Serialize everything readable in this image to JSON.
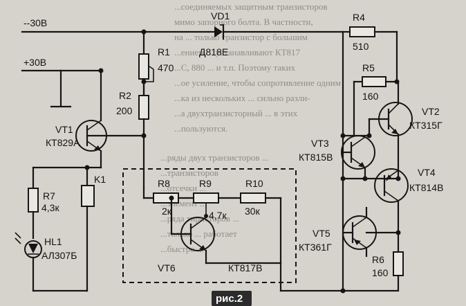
{
  "figure_caption": "рис.2",
  "rails": {
    "minus_label": "--30В",
    "plus_label": "+30В"
  },
  "components": {
    "VD1": {
      "ref": "VD1",
      "value": "Д818Е"
    },
    "R1": {
      "ref": "R1",
      "value": "470"
    },
    "R2": {
      "ref": "R2",
      "value": "200"
    },
    "R4": {
      "ref": "R4",
      "value": "510"
    },
    "R5": {
      "ref": "R5",
      "value": "160"
    },
    "R6": {
      "ref": "R6",
      "value": "160"
    },
    "R7": {
      "ref": "R7",
      "value": "4,3к"
    },
    "R8": {
      "ref": "R8",
      "value": "2к"
    },
    "R9": {
      "ref": "R9",
      "value": "4,7к"
    },
    "R10": {
      "ref": "R10",
      "value": "30к"
    },
    "VT1": {
      "ref": "VT1",
      "value": "КТ829А"
    },
    "VT2": {
      "ref": "VT2",
      "value": "КТ315Г"
    },
    "VT3": {
      "ref": "VT3",
      "value": "КТ815В"
    },
    "VT4": {
      "ref": "VT4",
      "value": "КТ814В"
    },
    "VT5": {
      "ref": "VT5",
      "value": "КТ361Г"
    },
    "VT6": {
      "ref": "VT6",
      "value": "КТ817В"
    },
    "K1": {
      "ref": "K1"
    },
    "HL1": {
      "ref": "HL1",
      "value": "АЛ307Б"
    }
  },
  "background_text": [
    "...соединяемых защитным транзисторов",
    "мимо запорного болта. В частности,",
    "на ... только транзистор с большим",
    "...ением. ...устанавливают КТ817",
    "...С, 880 ... и т.п. Поэтому таких",
    "...ое усиление, чтобы сопротивление одним",
    "...ка из нескольких ... сильно разли-",
    "...а двухтранзисторный ... в этих",
    "...пользуются.",
    "...ряды двух транзисторов ... ",
    "...транзисторов",
    "...отсечки ... ",
    "...элемент ... ",
    "...ряда тиристоров ...",
    "...только ... работает",
    "...быстро ..."
  ]
}
